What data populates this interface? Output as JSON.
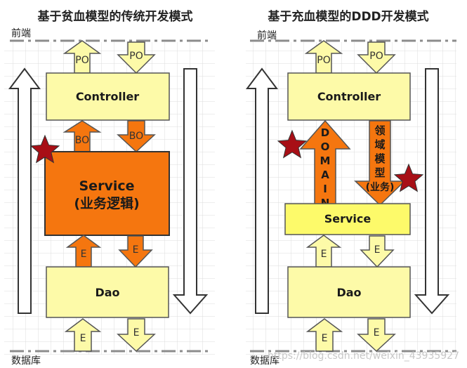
{
  "left": {
    "title": "基于贫血模型的传统开发模式",
    "layer_top": "前端",
    "layer_bottom": "数据库",
    "controller": "Controller",
    "service_line1": "Service",
    "service_line2": "(业务逻辑)",
    "dao": "Dao",
    "po_up": "PO",
    "po_down": "PO",
    "bo_up": "BO",
    "bo_down": "BO",
    "e_up": "E",
    "e_down": "E",
    "e_bottom_up": "E",
    "e_bottom_down": "E"
  },
  "right": {
    "title": "基于充血模型的DDD开发模式",
    "layer_top": "前端",
    "layer_bottom": "数据库",
    "controller": "Controller",
    "service": "Service",
    "dao": "Dao",
    "po_up": "PO",
    "po_down": "PO",
    "domain_chars": [
      "D",
      "O",
      "M",
      "A",
      "I",
      "N"
    ],
    "domain_model_chars": [
      "领",
      "域",
      "模",
      "型",
      "(业务)"
    ],
    "e_up": "E",
    "e_down": "E",
    "e_bottom_up": "E",
    "e_bottom_down": "E"
  },
  "watermark": "https://blog.csdn.net/weixin_43935927",
  "colors": {
    "light_box": "#fdfaa8",
    "service_orange": "#f5760f",
    "arrow_light": "#fdfaa8",
    "arrow_orange": "#f5760f",
    "star": "#a80f16",
    "dash_line": "#8c8c8c",
    "grid": "#dcdcdc"
  }
}
